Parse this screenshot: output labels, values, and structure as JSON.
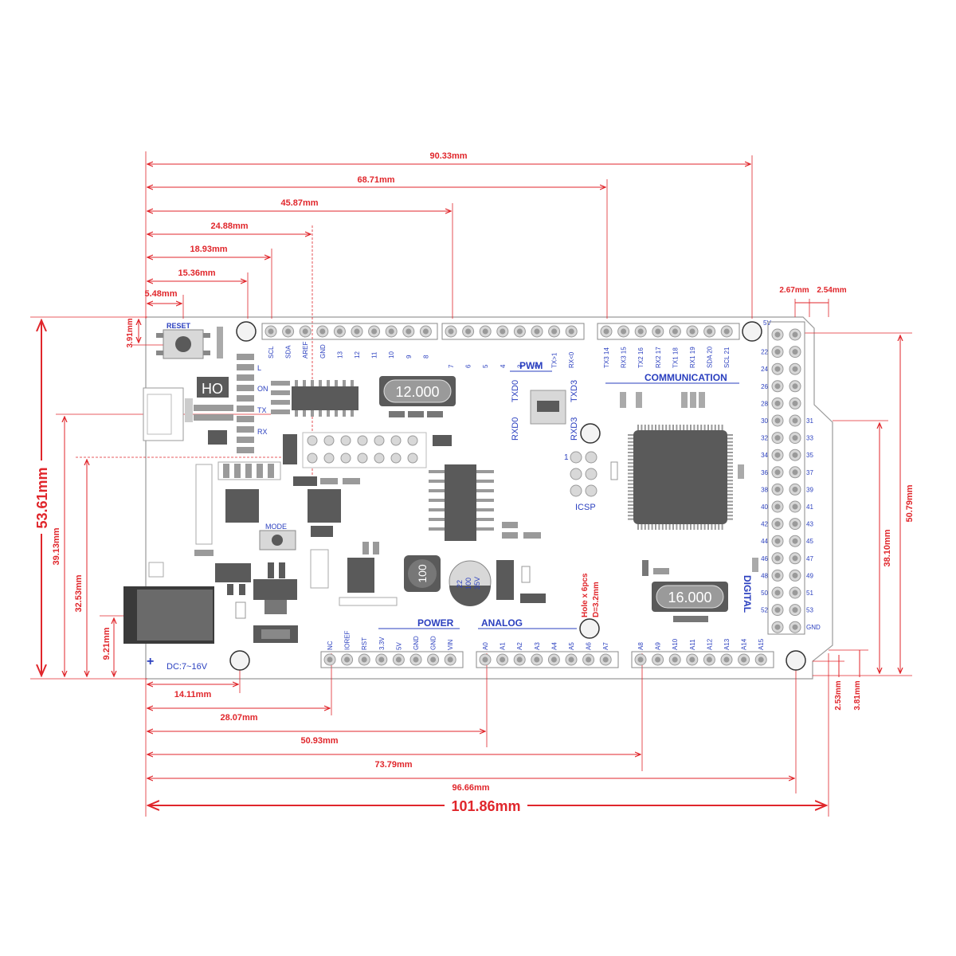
{
  "top_dimensions": [
    "90.33mm",
    "68.71mm",
    "45.87mm",
    "24.88mm",
    "18.93mm",
    "15.36mm",
    "5.48mm"
  ],
  "bottom_dimensions": [
    "14.11mm",
    "28.07mm",
    "50.93mm",
    "73.79mm",
    "96.66mm",
    "101.86mm"
  ],
  "left_dimensions": [
    "3.91mm",
    "53.61mm",
    "39.13mm",
    "32.53mm",
    "9.21mm"
  ],
  "right_dimensions": [
    "2.67mm",
    "2.54mm",
    "50.79mm",
    "38.10mm",
    "2.53mm",
    "3.81mm"
  ],
  "board": {
    "reset": "RESET",
    "mode": "MODE",
    "ho": "HO",
    "led_labels": [
      "L",
      "ON",
      "TX",
      "RX"
    ],
    "crystal1": "12.000",
    "crystal2": "16.000",
    "dc": "DC:7~16V",
    "plus": "+",
    "inductor": "100",
    "cap": [
      "22",
      "100",
      "35V"
    ],
    "pwm": "PWM",
    "communication": "COMMUNICATION",
    "power": "POWER",
    "analog": "ANALOG",
    "digital": "DIGITAL",
    "icsp": "ICSP",
    "icsp_one": "1",
    "txd0": "TXD0",
    "rxd0": "RXD0",
    "txd3": "TXD3",
    "rxd3": "RXD3",
    "hole_note": [
      "Hole x 6pcs",
      "D=3.2mm"
    ],
    "header_top_left": [
      "SCL",
      "SDA",
      "AREF",
      "GND",
      "13",
      "12",
      "11",
      "10",
      "9",
      "8"
    ],
    "header_top_mid": [
      "7",
      "6",
      "5",
      "4",
      "3",
      "2",
      "TX>1",
      "RX<0"
    ],
    "header_top_right": [
      "TX3 14",
      "RX3 15",
      "TX2 16",
      "RX2 17",
      "TX1 18",
      "RX1 19",
      "SDA 20",
      "SCL 21"
    ],
    "header_power": [
      "NC",
      "IOREF",
      "RST",
      "3.3V",
      "5V",
      "GND",
      "GND",
      "VIN"
    ],
    "header_analog1": [
      "A0",
      "A1",
      "A2",
      "A3",
      "A4",
      "A5",
      "A6",
      "A7"
    ],
    "header_analog2": [
      "A8",
      "A9",
      "A10",
      "A11",
      "A12",
      "A13",
      "A14",
      "A15"
    ],
    "digital_left": [
      "22",
      "24",
      "26",
      "28",
      "30",
      "32",
      "34",
      "36",
      "38",
      "40",
      "42",
      "44",
      "46",
      "48",
      "50",
      "52"
    ],
    "digital_right": [
      "31",
      "33",
      "35",
      "37",
      "39",
      "41",
      "43",
      "45",
      "47",
      "49",
      "51",
      "53"
    ],
    "digital_top": "5V",
    "digital_bottom": "GND"
  }
}
